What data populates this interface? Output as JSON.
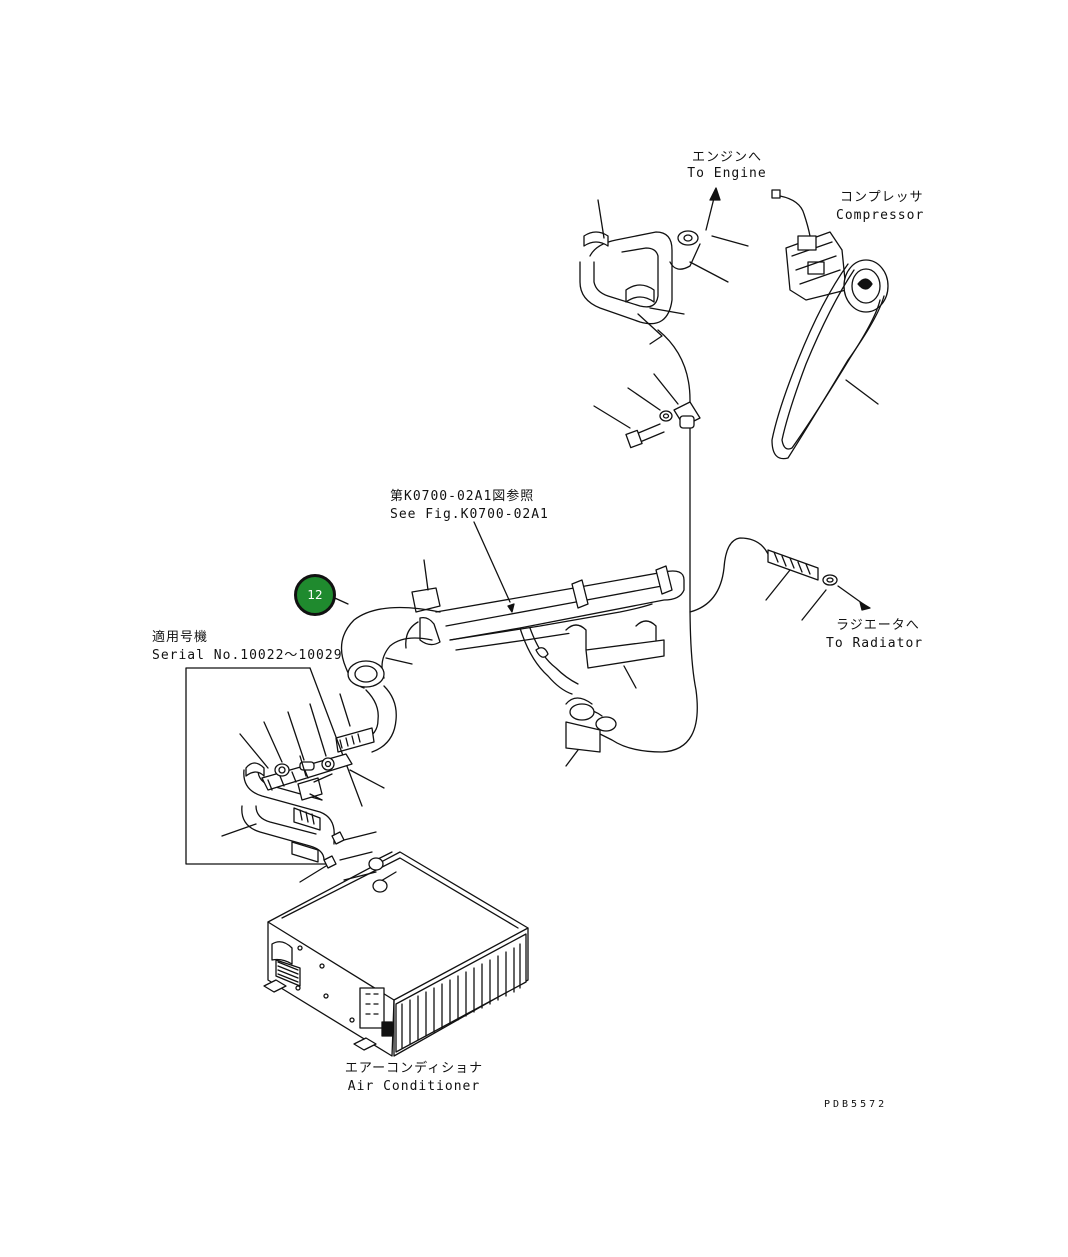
{
  "labels": {
    "to_engine_ja": "エンジンへ",
    "to_engine_en": "To Engine",
    "compressor_ja": "コンプレッサ",
    "compressor_en": "Compressor",
    "see_fig_ja": "第K0700-02A1図参照",
    "see_fig_en": "See Fig.K0700-02A1",
    "to_radiator_ja": "ラジエータへ",
    "to_radiator_en": "To Radiator",
    "serial_ja": "適用号機",
    "serial_en": "Serial No.10022～10029",
    "air_conditioner_ja": "エアーコンディショナ",
    "air_conditioner_en": "Air Conditioner",
    "drawing_code": "PDB5572"
  },
  "callout": {
    "number": "12",
    "color": "#1f8a2e"
  }
}
